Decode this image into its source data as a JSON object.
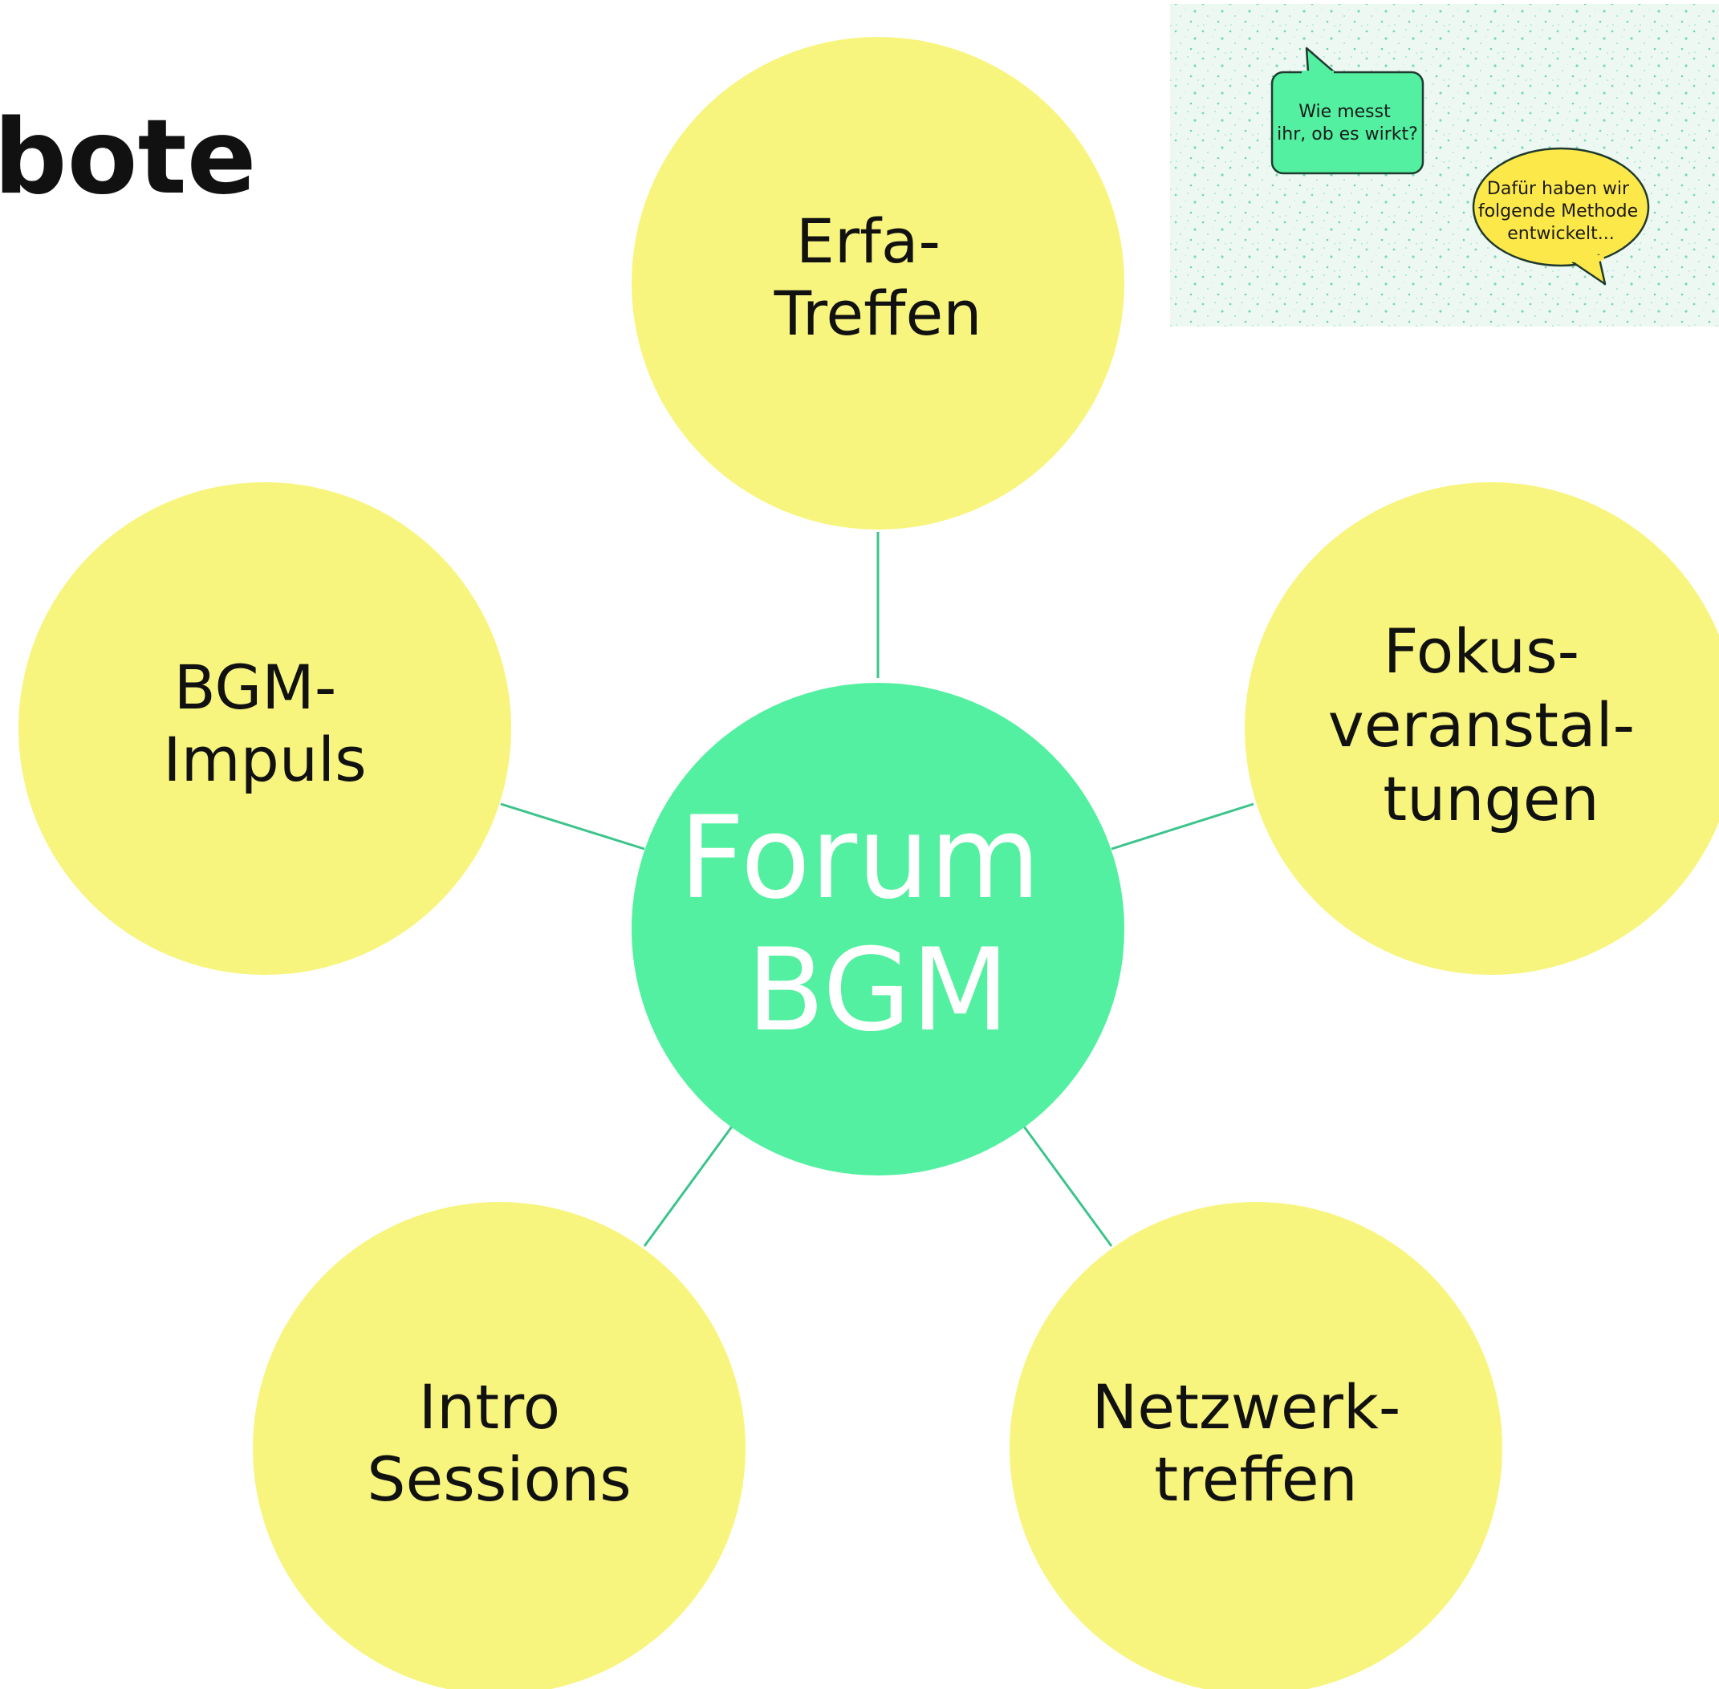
{
  "heading": "bote",
  "hub": {
    "lines": [
      "Forum",
      "BGM"
    ],
    "color": "#52f0a0"
  },
  "offerings": [
    {
      "id": "erfa",
      "lines": [
        "Erfa-",
        "Treffen"
      ]
    },
    {
      "id": "fokus",
      "lines": [
        "Fokus-",
        "veranstal-",
        "tungen"
      ]
    },
    {
      "id": "netzwerk",
      "lines": [
        "Netzwerk-",
        "treffen"
      ]
    },
    {
      "id": "intro",
      "lines": [
        "Intro",
        "Sessions"
      ]
    },
    {
      "id": "bgm-impuls",
      "lines": [
        "BGM-",
        "Impuls"
      ]
    }
  ],
  "offering_color": "#f7f57d",
  "connector_color": "#3cc48c",
  "thumbnail": {
    "question_bubble": {
      "lines": [
        "Wie messt",
        "ihr, ob es wirkt?"
      ],
      "color": "#52f0a0"
    },
    "answer_bubble": {
      "lines": [
        "Dafür haben wir",
        "folgende Methode",
        "entwickelt..."
      ],
      "color": "#fde84a"
    }
  }
}
